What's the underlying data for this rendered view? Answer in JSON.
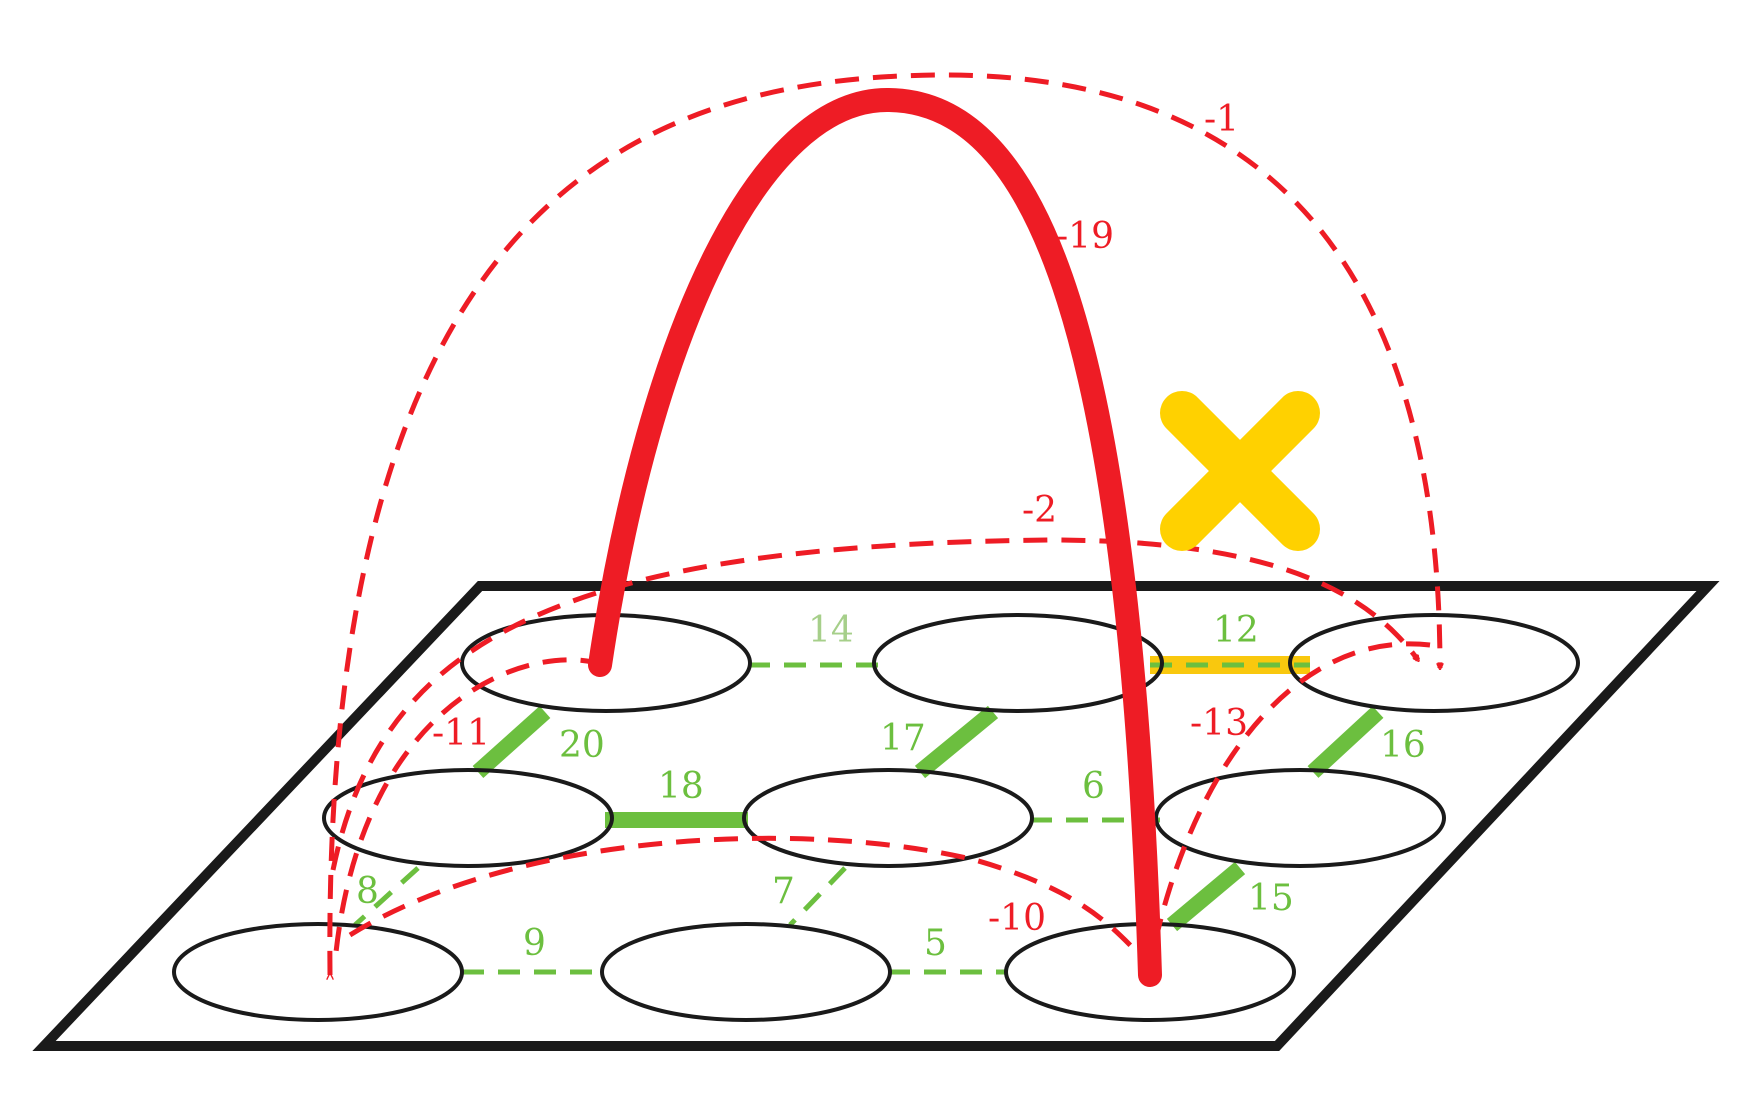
{
  "colors": {
    "board": "#1a1a1a",
    "node": "#1a1a1a",
    "positive_edge": "#6cbf3f",
    "negative_edge": "#ee1c25",
    "blocked_edge": "#f9c80e",
    "cross_mark": "#ffd100"
  },
  "nodes": [
    {
      "id": "n1",
      "row": 1,
      "col": 1
    },
    {
      "id": "n2",
      "row": 1,
      "col": 2
    },
    {
      "id": "n3",
      "row": 1,
      "col": 3
    },
    {
      "id": "n4",
      "row": 2,
      "col": 1
    },
    {
      "id": "n5",
      "row": 2,
      "col": 2
    },
    {
      "id": "n6",
      "row": 2,
      "col": 3
    },
    {
      "id": "n7",
      "row": 3,
      "col": 1
    },
    {
      "id": "n8",
      "row": 3,
      "col": 2
    },
    {
      "id": "n9",
      "row": 3,
      "col": 3
    }
  ],
  "edges": [
    {
      "id": "e14",
      "from": "n1",
      "to": "n2",
      "weight": "14",
      "sign": "positive",
      "style": "dashed"
    },
    {
      "id": "e12",
      "from": "n2",
      "to": "n3",
      "weight": "12",
      "sign": "positive",
      "style": "dashed",
      "blocked": true
    },
    {
      "id": "e20",
      "from": "n1",
      "to": "n4",
      "weight": "20",
      "sign": "positive",
      "style": "solid"
    },
    {
      "id": "e17",
      "from": "n2",
      "to": "n5",
      "weight": "17",
      "sign": "positive",
      "style": "solid"
    },
    {
      "id": "e16",
      "from": "n3",
      "to": "n6",
      "weight": "16",
      "sign": "positive",
      "style": "solid"
    },
    {
      "id": "e18",
      "from": "n4",
      "to": "n5",
      "weight": "18",
      "sign": "positive",
      "style": "solid"
    },
    {
      "id": "e6",
      "from": "n5",
      "to": "n6",
      "weight": "6",
      "sign": "positive",
      "style": "dashed"
    },
    {
      "id": "e8",
      "from": "n4",
      "to": "n7",
      "weight": "8",
      "sign": "positive",
      "style": "dashed"
    },
    {
      "id": "e7",
      "from": "n5",
      "to": "n8",
      "weight": "7",
      "sign": "positive",
      "style": "dashed"
    },
    {
      "id": "e15",
      "from": "n6",
      "to": "n9",
      "weight": "15",
      "sign": "positive",
      "style": "solid"
    },
    {
      "id": "e9",
      "from": "n7",
      "to": "n8",
      "weight": "9",
      "sign": "positive",
      "style": "dashed"
    },
    {
      "id": "e5",
      "from": "n8",
      "to": "n9",
      "weight": "5",
      "sign": "positive",
      "style": "dashed"
    },
    {
      "id": "e-19",
      "from": "n1",
      "to": "n9",
      "weight": "-19",
      "sign": "negative",
      "style": "solid"
    },
    {
      "id": "e-1",
      "from": "n7",
      "to": "n3",
      "weight": "-1",
      "sign": "negative",
      "style": "dashed",
      "arrow": "both"
    },
    {
      "id": "e-2",
      "from": "n4",
      "to": "n3",
      "weight": "-2",
      "sign": "negative",
      "style": "dashed",
      "arrow": "end"
    },
    {
      "id": "e-11",
      "from": "n1",
      "to": "n7",
      "weight": "-11",
      "sign": "negative",
      "style": "dashed"
    },
    {
      "id": "e-13",
      "from": "n3",
      "to": "n9",
      "weight": "-13",
      "sign": "negative",
      "style": "dashed"
    },
    {
      "id": "e-10",
      "from": "n7",
      "to": "n9",
      "weight": "-10",
      "sign": "negative",
      "style": "dashed"
    }
  ]
}
